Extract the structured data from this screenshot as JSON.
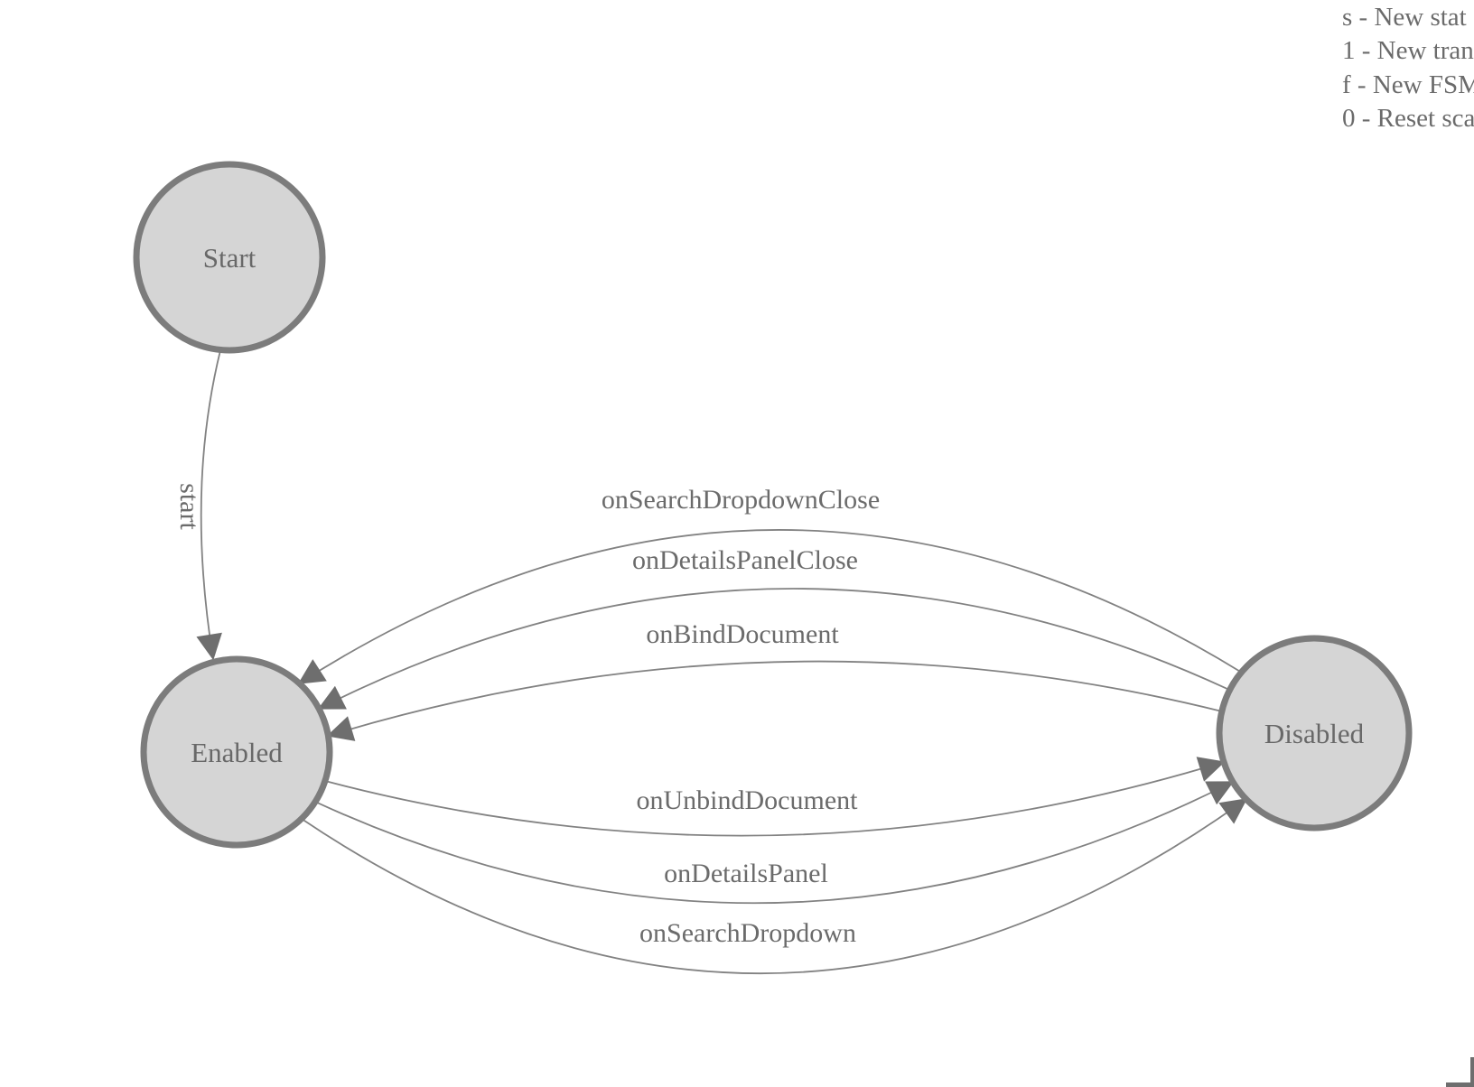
{
  "legend": {
    "lines": [
      "s - New stat",
      "1 - New tran",
      "f - New FSM",
      "0 - Reset sca"
    ]
  },
  "diagram": {
    "states": [
      {
        "id": "start",
        "label": "Start"
      },
      {
        "id": "enabled",
        "label": "Enabled"
      },
      {
        "id": "disabled",
        "label": "Disabled"
      }
    ],
    "transitions": [
      {
        "label": "start",
        "from": "Start",
        "to": "Enabled"
      },
      {
        "label": "onSearchDropdownClose",
        "from": "Disabled",
        "to": "Enabled"
      },
      {
        "label": "onDetailsPanelClose",
        "from": "Disabled",
        "to": "Enabled"
      },
      {
        "label": "onBindDocument",
        "from": "Disabled",
        "to": "Enabled"
      },
      {
        "label": "onUnbindDocument",
        "from": "Enabled",
        "to": "Disabled"
      },
      {
        "label": "onDetailsPanel",
        "from": "Enabled",
        "to": "Disabled"
      },
      {
        "label": "onSearchDropdown",
        "from": "Enabled",
        "to": "Disabled"
      }
    ],
    "colors": {
      "node_fill": "#d5d5d5",
      "node_stroke": "#7c7c7c",
      "edge_line": "#828282",
      "arrow": "#6e6e6e",
      "label_text": "#686868",
      "legend_text": "#6b6b6b"
    }
  }
}
